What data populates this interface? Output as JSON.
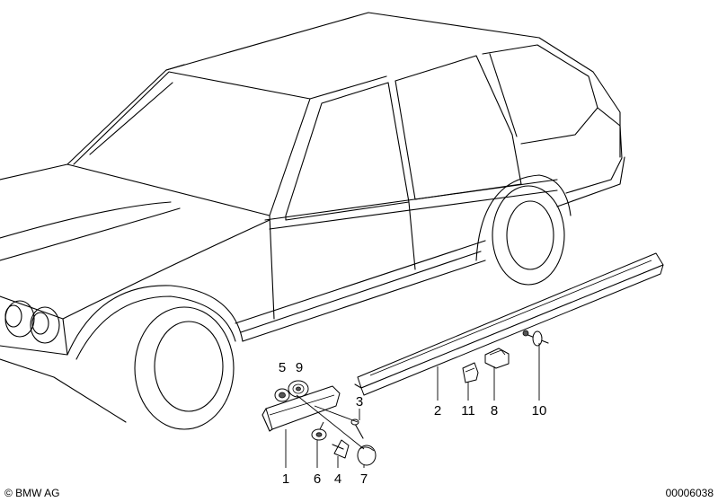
{
  "callouts": [
    {
      "id": "1",
      "text": "1"
    },
    {
      "id": "2",
      "text": "2"
    },
    {
      "id": "3",
      "text": "3"
    },
    {
      "id": "4",
      "text": "4"
    },
    {
      "id": "5",
      "text": "5"
    },
    {
      "id": "6",
      "text": "6"
    },
    {
      "id": "7",
      "text": "7"
    },
    {
      "id": "8",
      "text": "8"
    },
    {
      "id": "9",
      "text": "9"
    },
    {
      "id": "10",
      "text": "10"
    },
    {
      "id": "11",
      "text": "11"
    }
  ],
  "footer": {
    "copyright": "© BMW AG",
    "diagram_number": "00006038"
  }
}
